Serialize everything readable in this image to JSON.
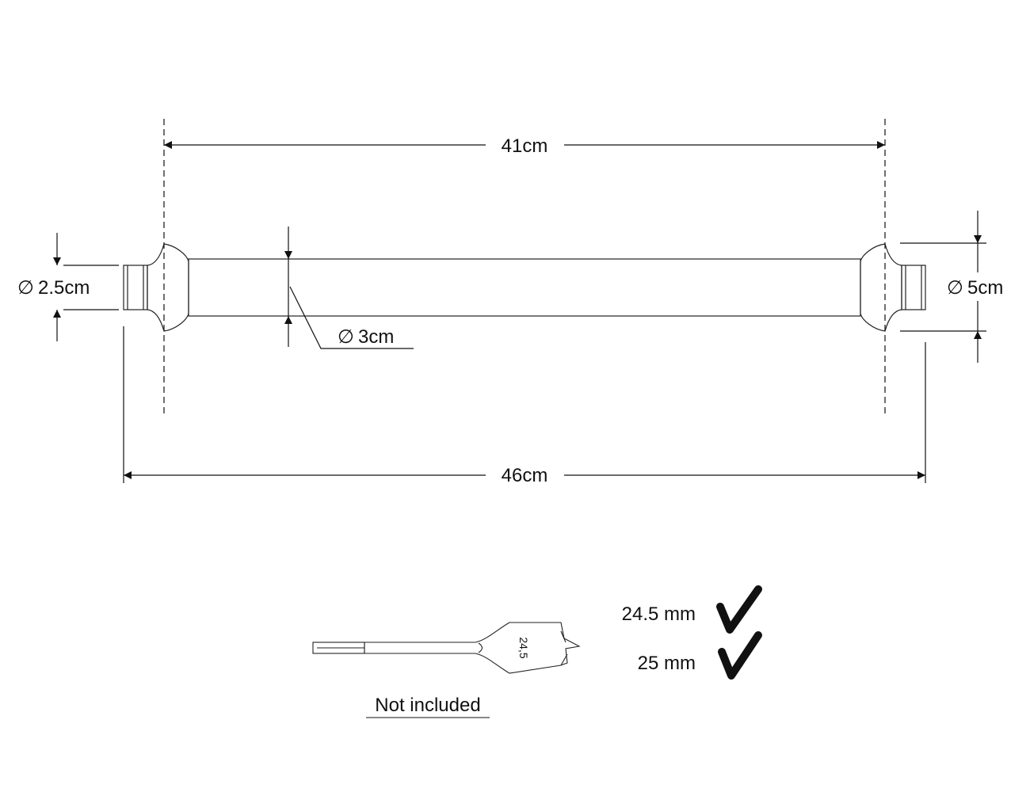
{
  "dimensions": {
    "inner_length": "41cm",
    "overall_length": "46cm",
    "end_pin_diameter": "2.5cm",
    "rod_diameter": "3cm",
    "knob_diameter": "5cm",
    "diameter_symbol": "∅"
  },
  "drill_bit": {
    "size_label": "24,5",
    "note": "Not included"
  },
  "sizes": [
    {
      "label": "24.5 mm",
      "status": "check"
    },
    {
      "label": "25 mm",
      "status": "check"
    }
  ]
}
